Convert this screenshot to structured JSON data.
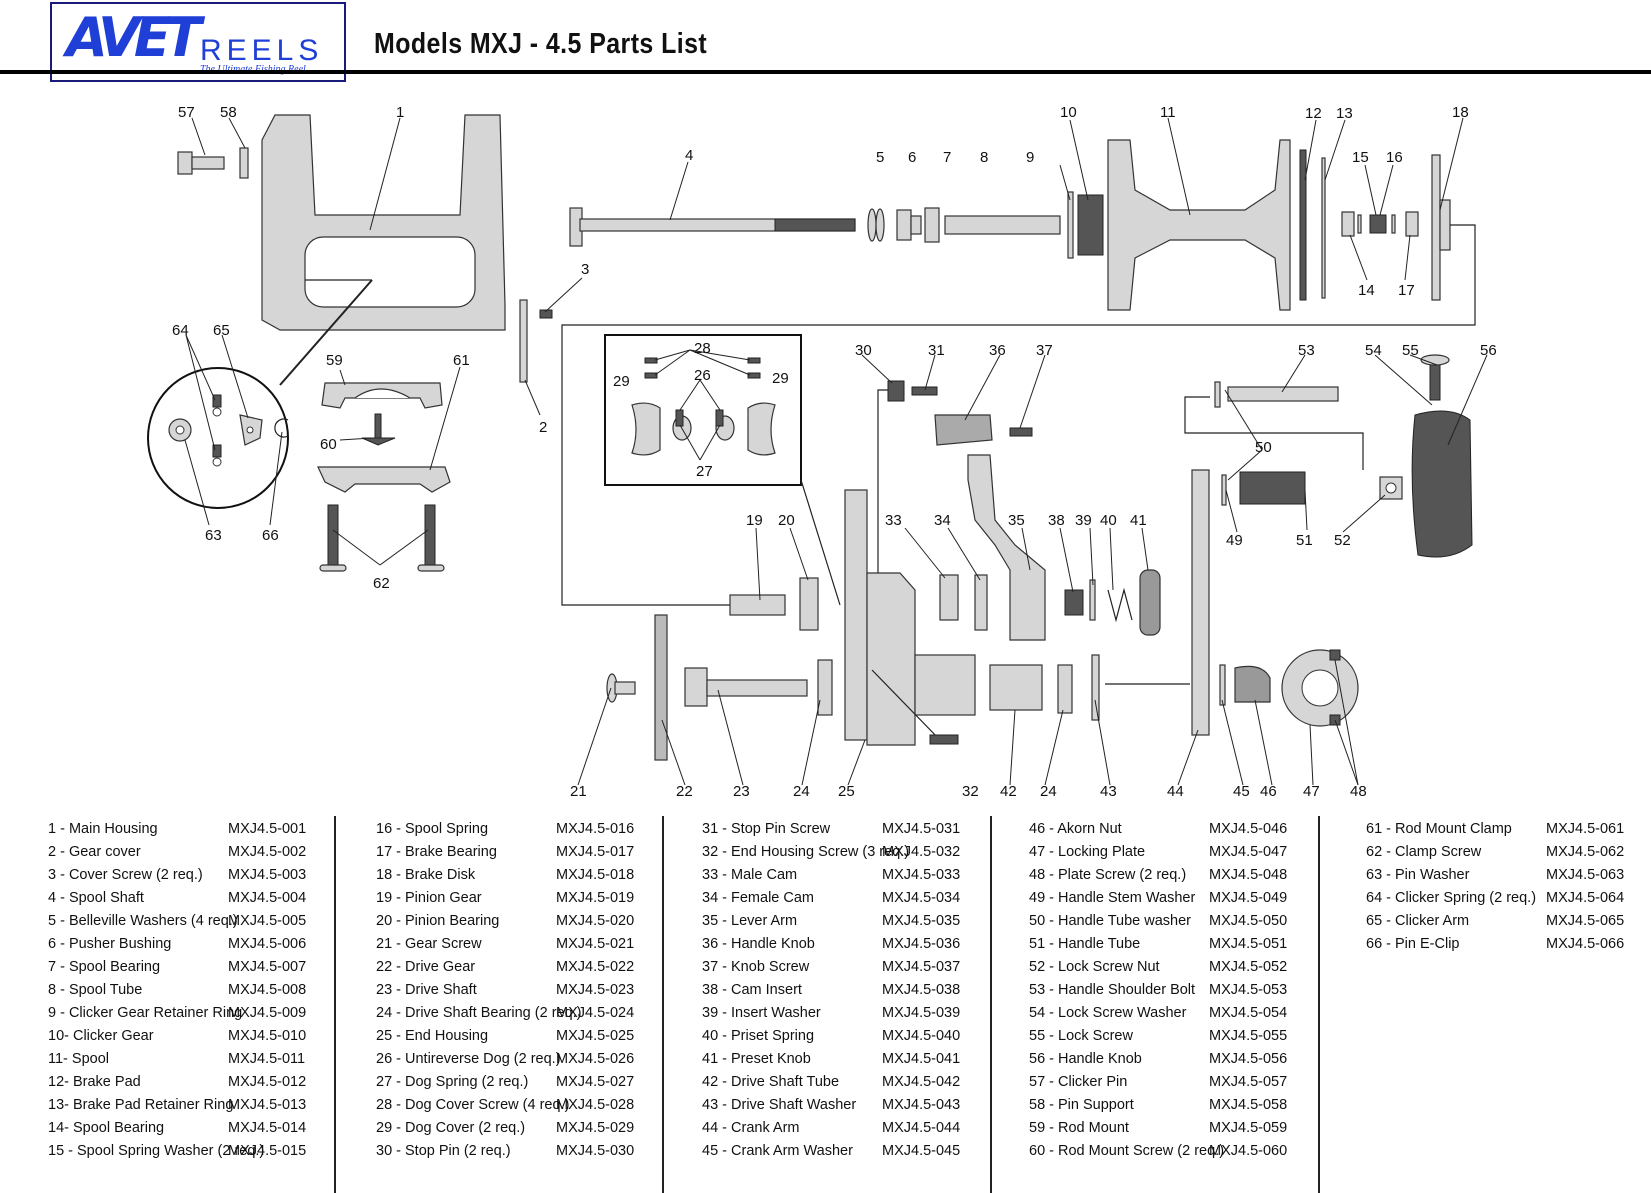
{
  "header": {
    "logo_main": "AVET",
    "logo_sub": "REELS",
    "logo_tagline": "The Ultimate Fishing Reel",
    "title": "Models  MXJ - 4.5  Parts List"
  },
  "callouts": [
    "1",
    "2",
    "3",
    "4",
    "5",
    "6",
    "7",
    "8",
    "9",
    "10",
    "11",
    "12",
    "13",
    "14",
    "15",
    "16",
    "17",
    "18",
    "19",
    "20",
    "21",
    "22",
    "23",
    "24",
    "25",
    "26",
    "27",
    "28",
    "29",
    "30",
    "31",
    "32",
    "33",
    "34",
    "35",
    "36",
    "37",
    "38",
    "39",
    "40",
    "41",
    "42",
    "43",
    "44",
    "45",
    "46",
    "47",
    "48",
    "49",
    "50",
    "51",
    "52",
    "53",
    "54",
    "55",
    "56",
    "57",
    "58",
    "59",
    "60",
    "61",
    "62",
    "63",
    "64",
    "65",
    "66"
  ],
  "parts_columns": [
    [
      {
        "name": "1  - Main Housing",
        "code": "MXJ4.5-001"
      },
      {
        "name": "2  - Gear cover",
        "code": "MXJ4.5-002"
      },
      {
        "name": "3  - Cover Screw (2 req.)",
        "code": "MXJ4.5-003"
      },
      {
        "name": "4  - Spool Shaft",
        "code": "MXJ4.5-004"
      },
      {
        "name": "5  - Belleville Washers (4 req.)",
        "code": "MXJ4.5-005"
      },
      {
        "name": "6  - Pusher Bushing",
        "code": "MXJ4.5-006"
      },
      {
        "name": "7  - Spool Bearing",
        "code": "MXJ4.5-007"
      },
      {
        "name": "8  - Spool Tube",
        "code": "MXJ4.5-008"
      },
      {
        "name": "9  - Clicker Gear Retainer Ring",
        "code": "MXJ4.5-009"
      },
      {
        "name": "10- Clicker Gear",
        "code": "MXJ4.5-010"
      },
      {
        "name": "11- Spool",
        "code": "MXJ4.5-011"
      },
      {
        "name": "12- Brake Pad",
        "code": "MXJ4.5-012"
      },
      {
        "name": "13- Brake Pad Retainer Ring",
        "code": "MXJ4.5-013"
      },
      {
        "name": "14- Spool Bearing",
        "code": "MXJ4.5-014"
      },
      {
        "name": "15 - Spool Spring Washer (2 req.)",
        "code": "MXJ4.5-015"
      }
    ],
    [
      {
        "name": "16 - Spool Spring",
        "code": "MXJ4.5-016"
      },
      {
        "name": "17 - Brake Bearing",
        "code": "MXJ4.5-017"
      },
      {
        "name": "18 - Brake Disk",
        "code": "MXJ4.5-018"
      },
      {
        "name": "19 - Pinion Gear",
        "code": "MXJ4.5-019"
      },
      {
        "name": "20 - Pinion Bearing",
        "code": "MXJ4.5-020"
      },
      {
        "name": "21 - Gear Screw",
        "code": "MXJ4.5-021"
      },
      {
        "name": "22 - Drive Gear",
        "code": "MXJ4.5-022"
      },
      {
        "name": "23 - Drive Shaft",
        "code": "MXJ4.5-023"
      },
      {
        "name": "24 - Drive Shaft Bearing (2 req.)",
        "code": "MXJ4.5-024"
      },
      {
        "name": "25 - End Housing",
        "code": "MXJ4.5-025"
      },
      {
        "name": "26 - Untireverse Dog (2 req.)",
        "code": "MXJ4.5-026"
      },
      {
        "name": "27 - Dog Spring (2 req.)",
        "code": "MXJ4.5-027"
      },
      {
        "name": "28 - Dog Cover Screw (4 req.)",
        "code": "MXJ4.5-028"
      },
      {
        "name": "29 - Dog Cover (2 req.)",
        "code": "MXJ4.5-029"
      },
      {
        "name": "30 - Stop Pin (2 req.)",
        "code": "MXJ4.5-030"
      }
    ],
    [
      {
        "name": "31 - Stop Pin Screw",
        "code": "MXJ4.5-031"
      },
      {
        "name": "32 - End Housing Screw (3 req.)",
        "code": "MXJ4.5-032"
      },
      {
        "name": "33 - Male Cam",
        "code": "MXJ4.5-033"
      },
      {
        "name": "34 - Female Cam",
        "code": "MXJ4.5-034"
      },
      {
        "name": "35 - Lever Arm",
        "code": "MXJ4.5-035"
      },
      {
        "name": "36 - Handle Knob",
        "code": "MXJ4.5-036"
      },
      {
        "name": "37 - Knob Screw",
        "code": "MXJ4.5-037"
      },
      {
        "name": "38 - Cam Insert",
        "code": "MXJ4.5-038"
      },
      {
        "name": "39 - Insert Washer",
        "code": "MXJ4.5-039"
      },
      {
        "name": "40 - Priset Spring",
        "code": "MXJ4.5-040"
      },
      {
        "name": "41 - Preset Knob",
        "code": "MXJ4.5-041"
      },
      {
        "name": "42 - Drive Shaft Tube",
        "code": "MXJ4.5-042"
      },
      {
        "name": "43 - Drive Shaft Washer",
        "code": "MXJ4.5-043"
      },
      {
        "name": "44 - Crank Arm",
        "code": "MXJ4.5-044"
      },
      {
        "name": "45 - Crank Arm Washer",
        "code": "MXJ4.5-045"
      }
    ],
    [
      {
        "name": "46 - Akorn Nut",
        "code": "MXJ4.5-046"
      },
      {
        "name": "47 - Locking Plate",
        "code": "MXJ4.5-047"
      },
      {
        "name": "48 - Plate Screw (2 req.)",
        "code": "MXJ4.5-048"
      },
      {
        "name": "49 - Handle Stem Washer",
        "code": "MXJ4.5-049"
      },
      {
        "name": "50 - Handle Tube washer",
        "code": "MXJ4.5-050"
      },
      {
        "name": "51 - Handle Tube",
        "code": "MXJ4.5-051"
      },
      {
        "name": "52 - Lock Screw Nut",
        "code": "MXJ4.5-052"
      },
      {
        "name": "53 - Handle Shoulder Bolt",
        "code": "MXJ4.5-053"
      },
      {
        "name": "54 - Lock Screw Washer",
        "code": "MXJ4.5-054"
      },
      {
        "name": "55 - Lock Screw",
        "code": "MXJ4.5-055"
      },
      {
        "name": "56 - Handle Knob",
        "code": "MXJ4.5-056"
      },
      {
        "name": "57 - Clicker Pin",
        "code": "MXJ4.5-057"
      },
      {
        "name": "58 - Pin Support",
        "code": "MXJ4.5-058"
      },
      {
        "name": "59 - Rod Mount",
        "code": "MXJ4.5-059"
      },
      {
        "name": "60 - Rod Mount Screw (2 req.)",
        "code": "MXJ4.5-060"
      }
    ],
    [
      {
        "name": "61 - Rod Mount Clamp",
        "code": "MXJ4.5-061"
      },
      {
        "name": "62 - Clamp Screw",
        "code": "MXJ4.5-062"
      },
      {
        "name": "63 - Pin Washer",
        "code": "MXJ4.5-063"
      },
      {
        "name": "64 - Clicker Spring (2 req.)",
        "code": "MXJ4.5-064"
      },
      {
        "name": "65 - Clicker Arm",
        "code": "MXJ4.5-065"
      },
      {
        "name": "66 - Pin E-Clip",
        "code": "MXJ4.5-066"
      }
    ]
  ]
}
